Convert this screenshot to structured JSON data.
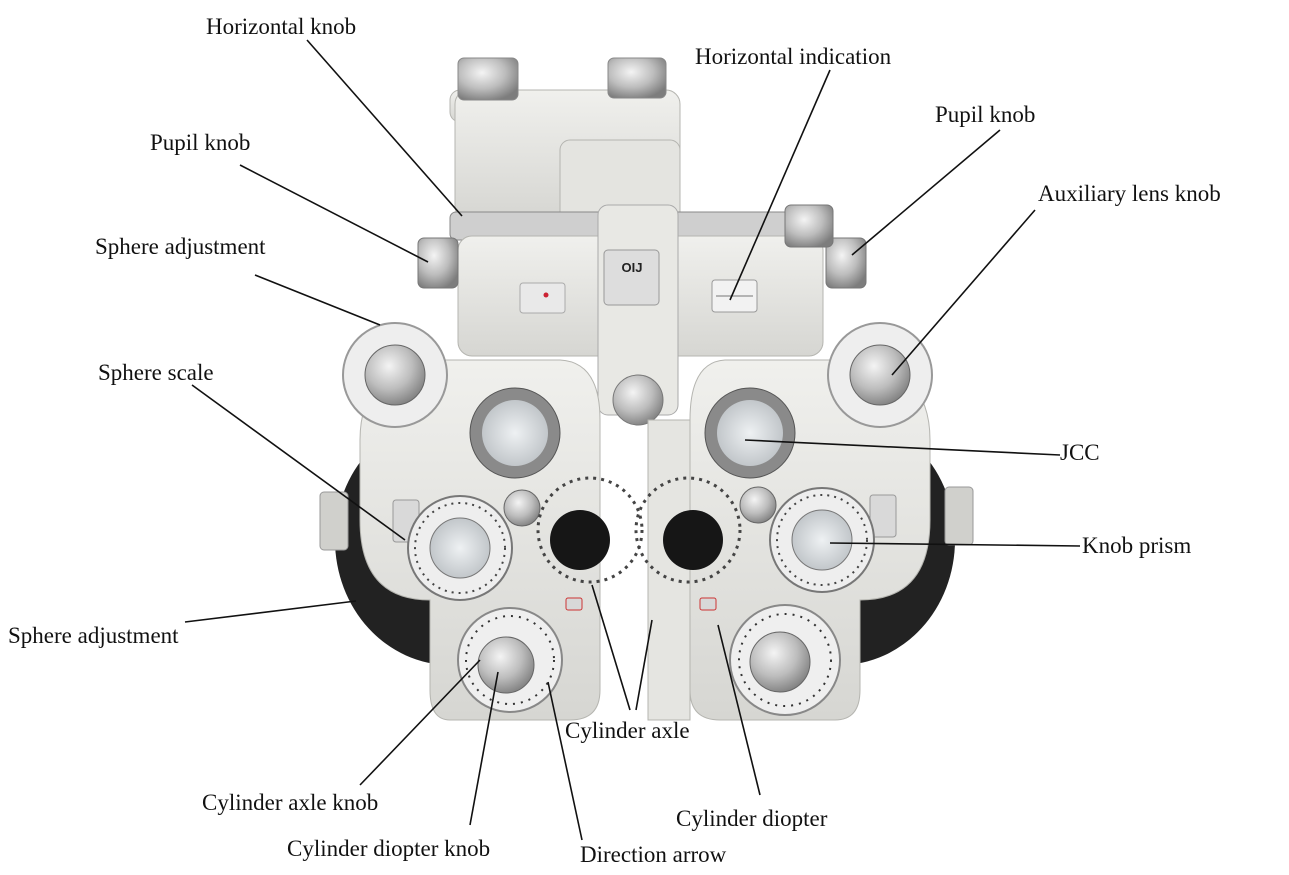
{
  "labels": {
    "horizontal_knob": "Horizontal knob",
    "horizontal_indication": "Horizontal indication",
    "pupil_knob_left": "Pupil knob",
    "pupil_knob_right": "Pupil knob",
    "auxiliary_lens_knob": "Auxiliary lens knob",
    "sphere_adjustment_top": "Sphere adjustment",
    "sphere_scale": "Sphere scale",
    "jcc": "JCC",
    "knob_prism": "Knob prism",
    "sphere_adjustment_bottom": "Sphere adjustment",
    "cylinder_axle": "Cylinder axle",
    "cylinder_axle_knob": "Cylinder axle knob",
    "cylinder_diopter_knob": "Cylinder diopter knob",
    "direction_arrow": "Direction arrow",
    "cylinder_diopter": "Cylinder diopter"
  },
  "device_marks": {
    "bridge_mark": "OIJ"
  },
  "colors": {
    "body": "#e9e9e6",
    "body_shadow": "#c9c9c4",
    "metal": "#d4d4d4",
    "dark_ring": "#2a2a2a",
    "leader_line": "#111111"
  }
}
